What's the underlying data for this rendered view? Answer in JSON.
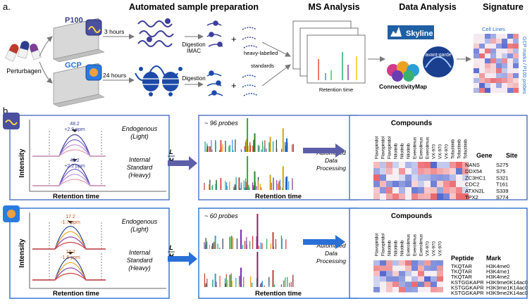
{
  "panel_a": {
    "label": "a.",
    "perturbagen": "Perturbagen",
    "plate_top": "P100",
    "plate_bottom": "GCP",
    "time_top": "3 hours",
    "time_bottom": "24 hours",
    "headers": {
      "prep": "Automated sample preparation",
      "ms": "MS Analysis",
      "data": "Data Analysis",
      "sig": "Signature"
    },
    "digestion_top": "Digestion",
    "imac": "IMAC",
    "digestion_bottom": "Digestion",
    "heavy": "heavy-labelled",
    "standards": "standards",
    "ms_xlabel": "Retention time",
    "skyline": "Skyline",
    "avant": "avant-garde",
    "connectivity": "ConnectivityMap",
    "cell_lines": "Cell Lines",
    "gcp_marks_1": "GCP marks / P100 probes"
  },
  "panel_b": {
    "label": "b.",
    "top": {
      "mz1": "48.2",
      "ppm1": "+2.9 ppm",
      "mz2": "48.2",
      "ppm2": "+2.2 ppm",
      "endo1": "Endogenous",
      "endo2": "(Light)",
      "is1": "Internal",
      "is2": "Standard",
      "is3": "(Heavy)",
      "ylabel": "Intensity",
      "xlabel": "Retention time",
      "lh_num": "L",
      "lh_den": "H",
      "probes": "~ 96 probes",
      "spec_xlabel": "Retention time",
      "auto1": "Automated",
      "auto2": "Data",
      "auto3": "Processing",
      "compounds": "Compounds",
      "col_header_1": "Gene",
      "col_header_2": "Site",
      "cols": [
        "Flavopiridol",
        "Flavopiridol",
        "Flavopiridol",
        "Nilotinib",
        "Nilotinib",
        "Nilotinib",
        "Everolimus",
        "Everolimus",
        "Everolimus",
        "VX-970",
        "VX-970",
        "VX-970",
        "Tofacitinib",
        "Tofacitinib",
        "Tofacitinib"
      ],
      "rows": [
        [
          "NANS",
          "S275"
        ],
        [
          "DDX54",
          "S75"
        ],
        [
          "ZC3HC1",
          "S321"
        ],
        [
          "CDC2",
          "T161"
        ],
        [
          "ATXN2L",
          "S339"
        ],
        [
          "TPX2",
          "S774"
        ]
      ]
    },
    "bottom": {
      "mz1": "17.2",
      "ppm1": "-1.7 ppm",
      "mz2": "17.2",
      "ppm2": "-1.6 ppm",
      "endo1": "Endogenous",
      "endo2": "(Light)",
      "is1": "Internal",
      "is2": "Standard",
      "is3": "(Heavy)",
      "ylabel": "Intensity",
      "xlabel": "Retention time",
      "lh_num": "L",
      "lh_den": "H",
      "probes": "~ 60 probes",
      "spec_xlabel": "Retention time",
      "auto1": "Automated",
      "auto2": "Data",
      "auto3": "Processing",
      "compounds": "Compounds",
      "col_header_1": "Peptide",
      "col_header_2": "Mark",
      "cols": [
        "Flavopiridol",
        "Flavopiridol",
        "Nilotinib",
        "Nilotinib",
        "Nilotinib",
        "Everolimus",
        "Everolimus",
        "Everolimus",
        "VX-970",
        "VX-970",
        "VX-970"
      ],
      "rows": [
        [
          "TKQTAR",
          "H3K4me0"
        ],
        [
          "TKQTAR",
          "H3K4me1"
        ],
        [
          "TKQTAR",
          "H3K4me2"
        ],
        [
          "KSTGGKAPR",
          "H3K9me0K14ac0"
        ],
        [
          "KSTGGKAPR",
          "H3K9me1K14ac0"
        ],
        [
          "KSTGGKAPR",
          "H3K9me2K14ac0"
        ]
      ]
    }
  },
  "colors": {
    "frame": "#4a6fc0",
    "arrow_top": "#5c5fa8",
    "arrow_bottom": "#2a6fd6",
    "skyline_blue": "#1f5fa3",
    "heat_red": "#e8585c",
    "heat_blue": "#3f55c8"
  }
}
